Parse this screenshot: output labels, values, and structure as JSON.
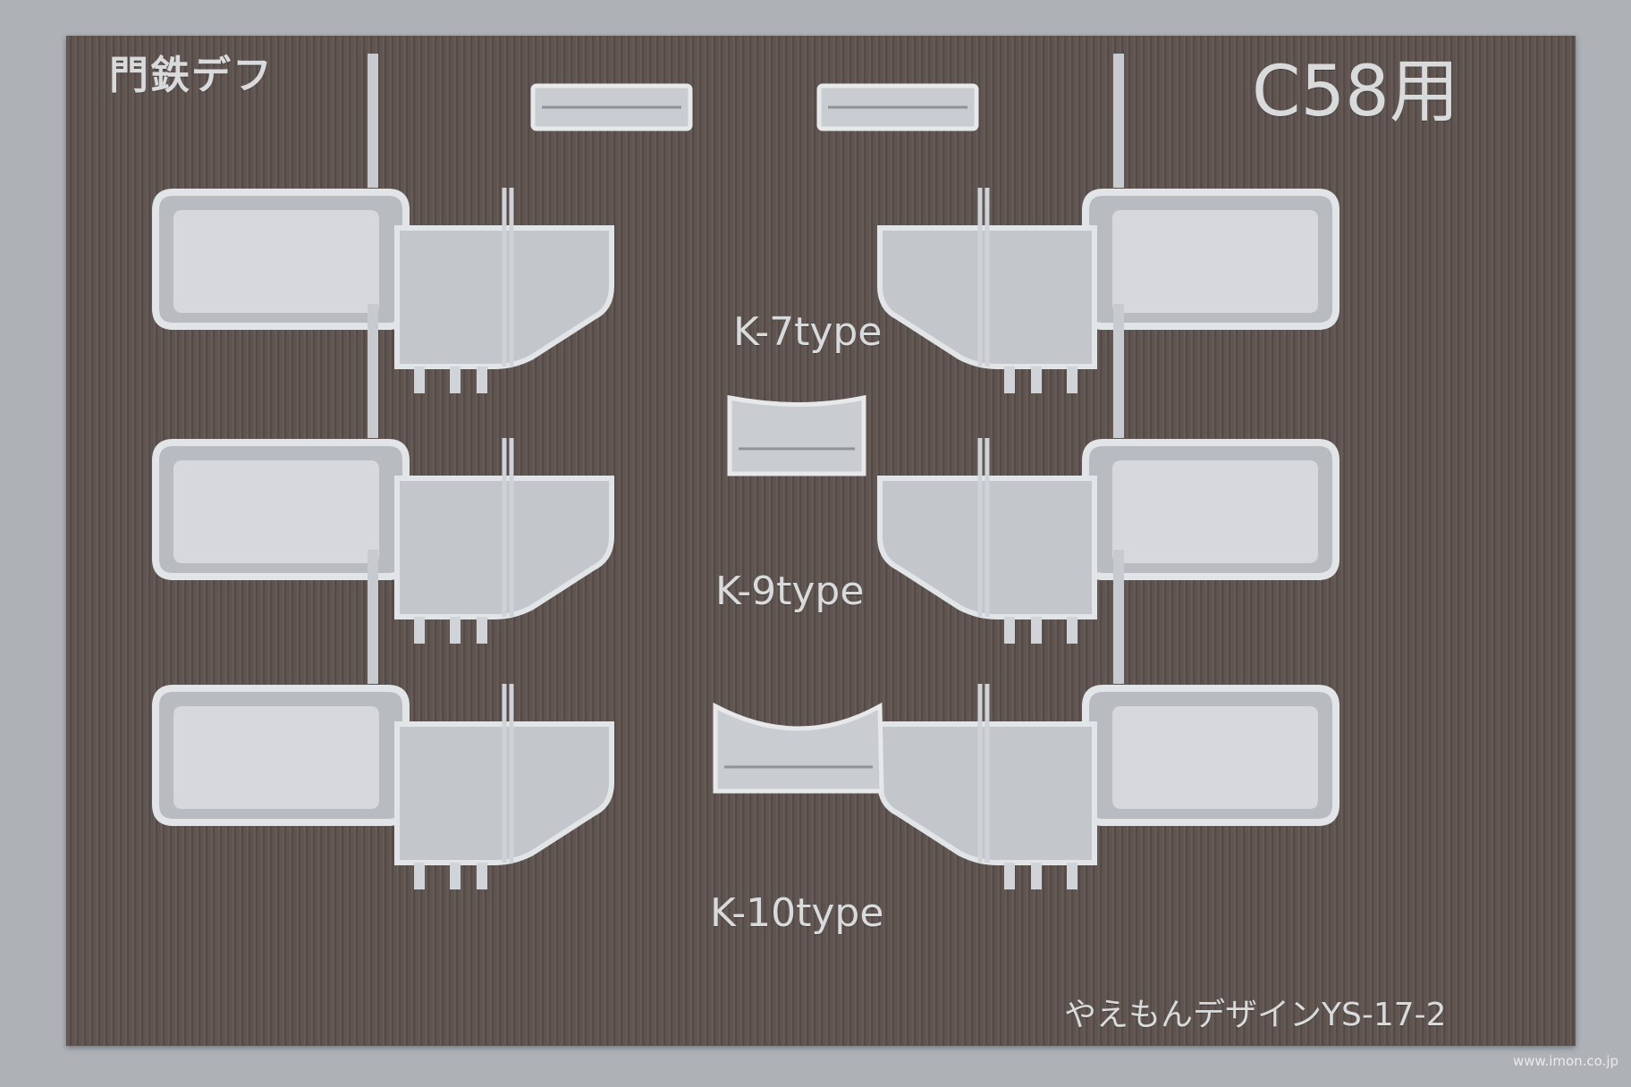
{
  "plate": {
    "brand_label": "門鉄デフ",
    "model_label": "C58用",
    "type_labels": [
      "K-7type",
      "K-9type",
      "K-10type"
    ],
    "maker_label": "やえもんデザインYS-17-2"
  },
  "watermark": "www.imon.co.jp",
  "colors": {
    "plate": "#5d5350",
    "etched_metal": "#d4d7db",
    "background": "#aeb2b7"
  }
}
